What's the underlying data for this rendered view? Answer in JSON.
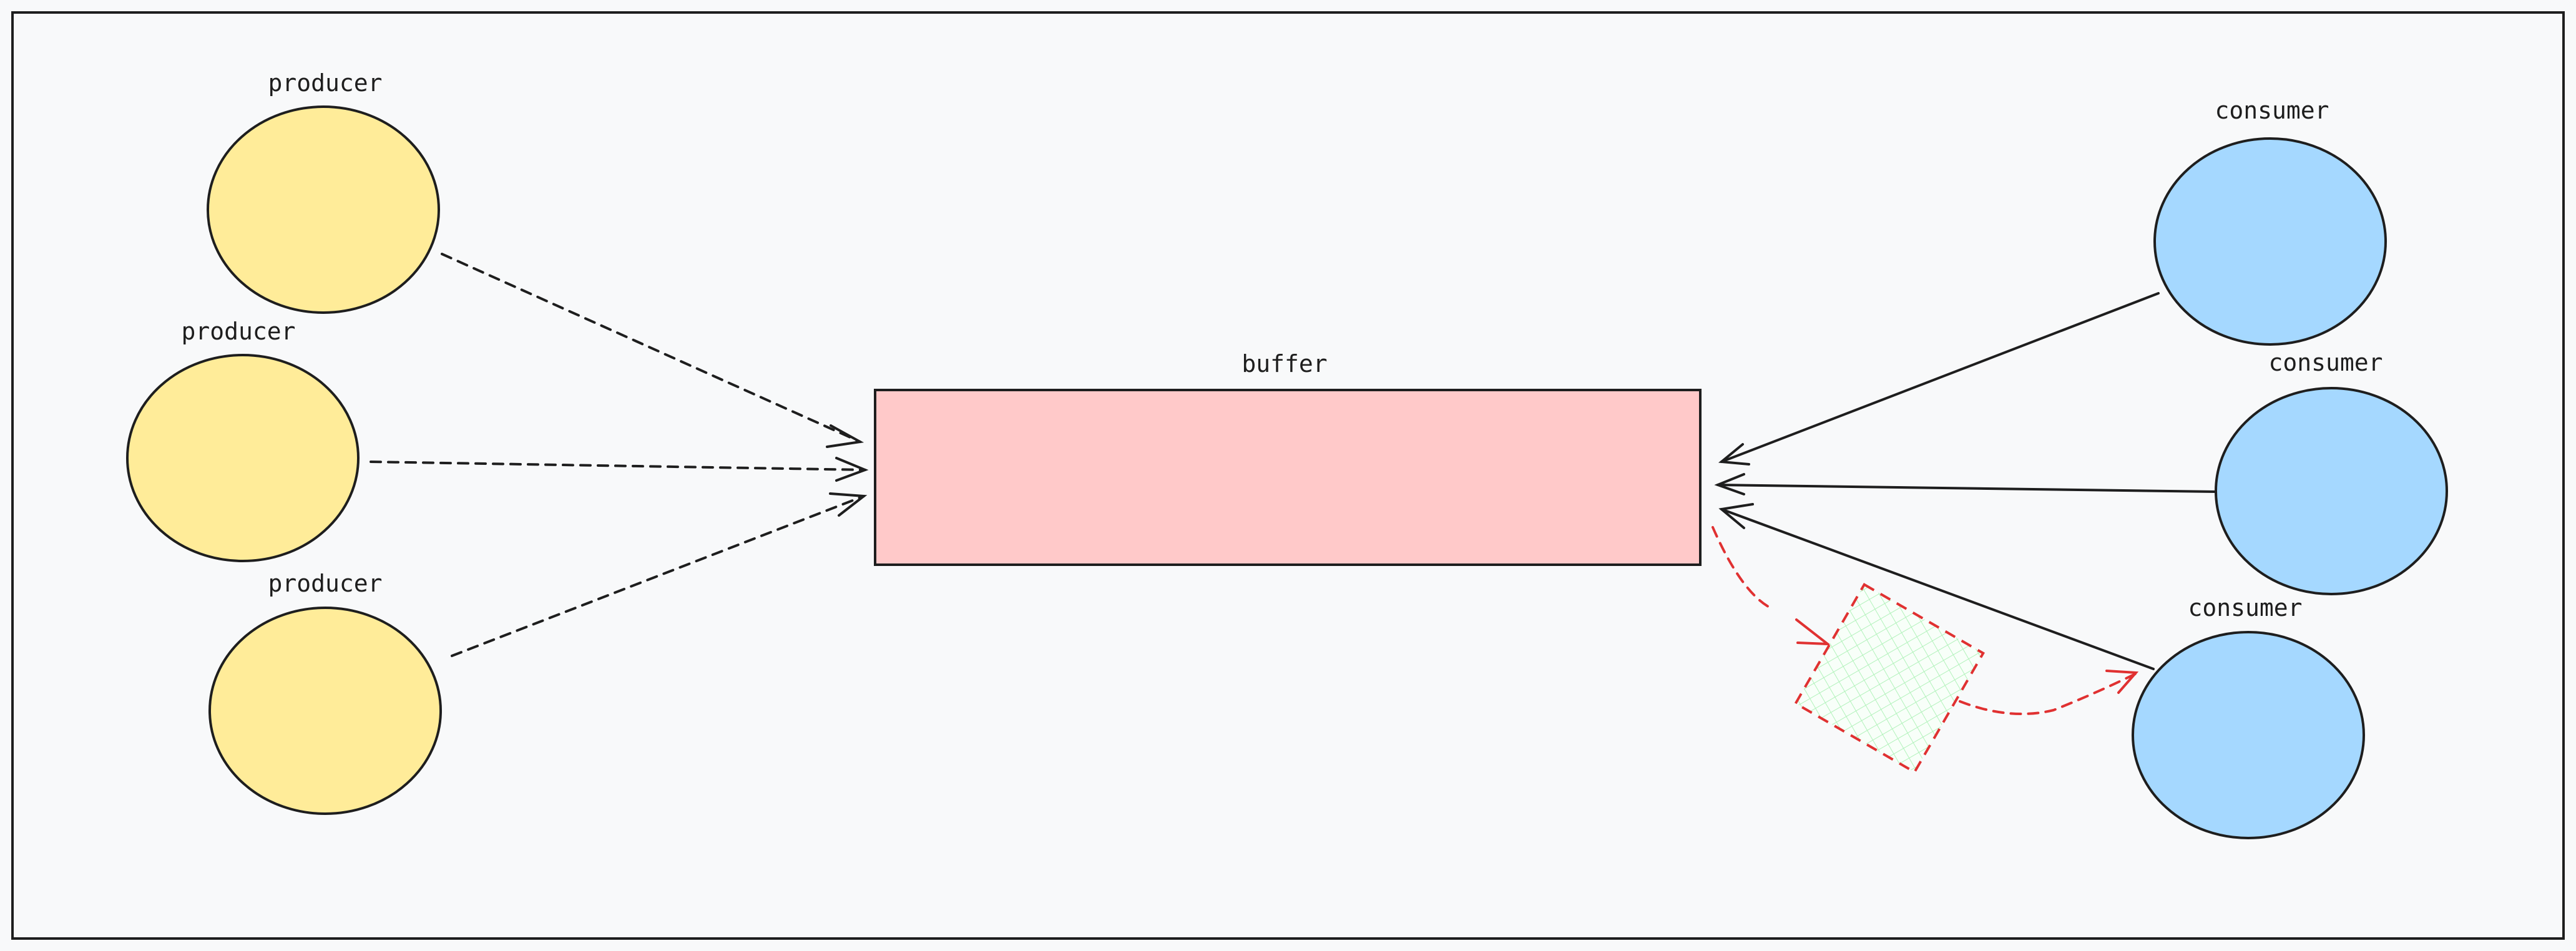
{
  "diagram": {
    "buffer": {
      "label": "buffer"
    },
    "producers": [
      {
        "label": "producer"
      },
      {
        "label": "producer"
      },
      {
        "label": "producer"
      }
    ],
    "consumers": [
      {
        "label": "consumer"
      },
      {
        "label": "consumer"
      },
      {
        "label": "consumer"
      }
    ]
  },
  "colors": {
    "background": "#f8f9fa",
    "producer_fill": "#ffec99",
    "consumer_fill": "#a5d8ff",
    "buffer_fill": "#ffc9c9",
    "stroke": "#1e1e1e",
    "highlight_stroke": "#e03131",
    "hatch": "#b2f2bb"
  }
}
